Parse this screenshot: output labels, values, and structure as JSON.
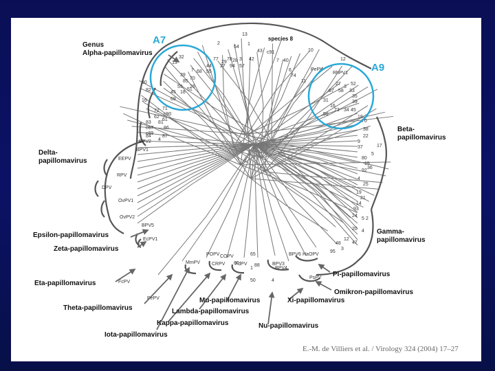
{
  "callouts": {
    "a7": {
      "label": "A7",
      "color": "#2aa8d8"
    },
    "a9": {
      "label": "A9",
      "color": "#2aa8d8"
    }
  },
  "genus_labels": {
    "genus": "Genus",
    "alpha": "Alpha-papillomavirus",
    "beta": "Beta-",
    "beta2": "papillomavirus",
    "gamma": "Gamma-",
    "gamma2": "papillomavirus",
    "delta": "Delta-",
    "delta2": "papillomavirus",
    "epsilon": "Epsilon-papillomavirus",
    "zeta": "Zeta-papillomavirus",
    "eta": "Eta-papillomavirus",
    "theta": "Theta-papillomavirus",
    "iota": "Iota-papillomavirus",
    "kappa": "Kappa-papillomavirus",
    "lambda": "Lambda-papillomavirus",
    "mu": "Mu-papillomavirus",
    "nu": "Nu-papillomavirus",
    "xi": "Xi-papillomavirus",
    "pi": "Pi-papillomavirus",
    "omikron": "Omikron-papillomavirus"
  },
  "species_label": "species 8",
  "virus_labels": [
    "RhPV1",
    "PePV",
    "BPV1",
    "EEPV",
    "RPV",
    "DPV",
    "OvPV1",
    "OvPV2",
    "BPV5",
    "EcPV1",
    "FcPV",
    "PePV",
    "MmPV",
    "POPV",
    "COPV",
    "CRPV",
    "FdPV",
    "BPV3",
    "BPV4",
    "BPV6",
    "HaOPV",
    "PsPV",
    "BPV2"
  ],
  "type_numbers": [
    "13",
    "2",
    "54",
    "1",
    "43",
    "10",
    "12",
    "77",
    "29",
    "78",
    "28",
    "42",
    "c91",
    "7",
    "40",
    "3",
    "27",
    "94",
    "57",
    "32",
    "6",
    "74",
    "11",
    "44",
    "55",
    "13",
    "7",
    "68",
    "39",
    "70",
    "85",
    "59",
    "26",
    "45",
    "18",
    "51",
    "69",
    "30",
    "82",
    "16",
    "71",
    "c90",
    "61",
    "72",
    "62",
    "81",
    "83",
    "c67",
    "c89",
    "86",
    "84",
    "87",
    "4",
    "27",
    "3",
    "52",
    "67",
    "58",
    "33",
    "35",
    "31",
    "16",
    "73",
    "34",
    "39",
    "45",
    "59",
    "18",
    "70",
    "38",
    "22",
    "9",
    "37",
    "17",
    "5",
    "80",
    "15",
    "36",
    "92",
    "4",
    "25",
    "19",
    "21",
    "14",
    "93",
    "24",
    "5",
    "20",
    "4",
    "12",
    "47",
    "95",
    "65",
    "1",
    "50",
    "2",
    "48",
    "3",
    "60",
    "88",
    "4",
    "63",
    "1",
    "2",
    "41"
  ],
  "citation": "E.-M. de Villiers et al. / Virology 324 (2004) 17–27"
}
